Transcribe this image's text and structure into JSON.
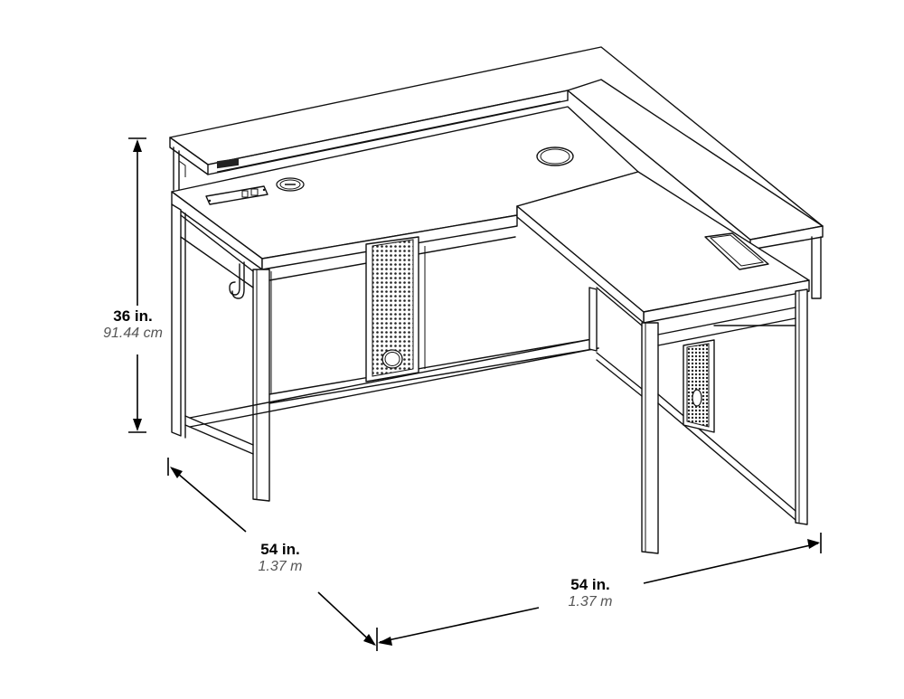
{
  "diagram": {
    "subject": "L-shaped desk with hutch shelf",
    "line_color": "#111111",
    "background": "#ffffff"
  },
  "dimensions": {
    "height": {
      "imperial": "36 in.",
      "metric": "91.44 cm"
    },
    "depth_left": {
      "imperial": "54 in.",
      "metric": "1.37 m"
    },
    "width_right": {
      "imperial": "54 in.",
      "metric": "1.37 m"
    }
  },
  "features": {
    "power_strip": "power-outlet-strip",
    "wireless_charger": "wireless-charging-pad",
    "grommet": "cable-grommet",
    "cable_tray": "cable-management-tray",
    "headphone_hook": "headphone-hook",
    "mesh_panels": "perforated-modesty-panels"
  }
}
